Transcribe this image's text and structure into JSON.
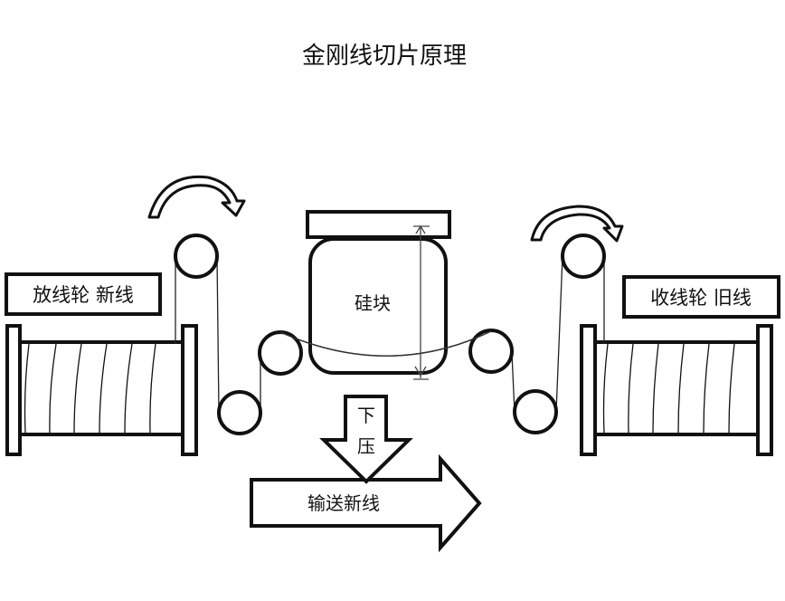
{
  "title": "金刚线切片原理",
  "left_spool": {
    "label": "放线轮 新线"
  },
  "right_spool": {
    "label": "收线轮 旧线"
  },
  "silicon_block": {
    "label": "硅块"
  },
  "press_arrow": {
    "label_line1": "下",
    "label_line2": "压"
  },
  "feed_arrow": {
    "label": "输送新线"
  }
}
